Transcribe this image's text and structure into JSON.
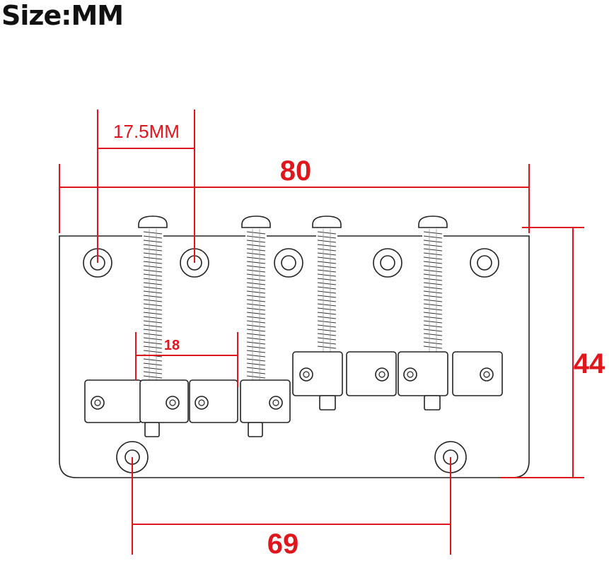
{
  "title": "Size:MM",
  "dimensions": {
    "screw_spacing": "17.5MM",
    "overall_width": "80",
    "saddle_width": "18",
    "height": "44",
    "mount_hole_spacing": "69"
  },
  "colors": {
    "dimension": "#e0161d",
    "outline": "#222222"
  }
}
